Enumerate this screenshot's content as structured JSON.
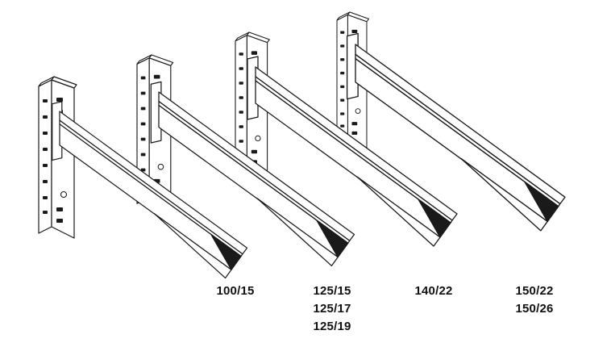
{
  "figure_title": "pallet-rack-beam-sizes-diagram",
  "colors": {
    "line": "#1a1a1a",
    "background": "#ffffff",
    "text": "#111111"
  },
  "labels": {
    "col1": {
      "lines": [
        "100/15"
      ]
    },
    "col2": {
      "lines": [
        "125/15",
        "125/17",
        "125/19"
      ]
    },
    "col3": {
      "lines": [
        "140/22"
      ]
    },
    "col4": {
      "lines": [
        "150/22",
        "150/26"
      ]
    }
  }
}
